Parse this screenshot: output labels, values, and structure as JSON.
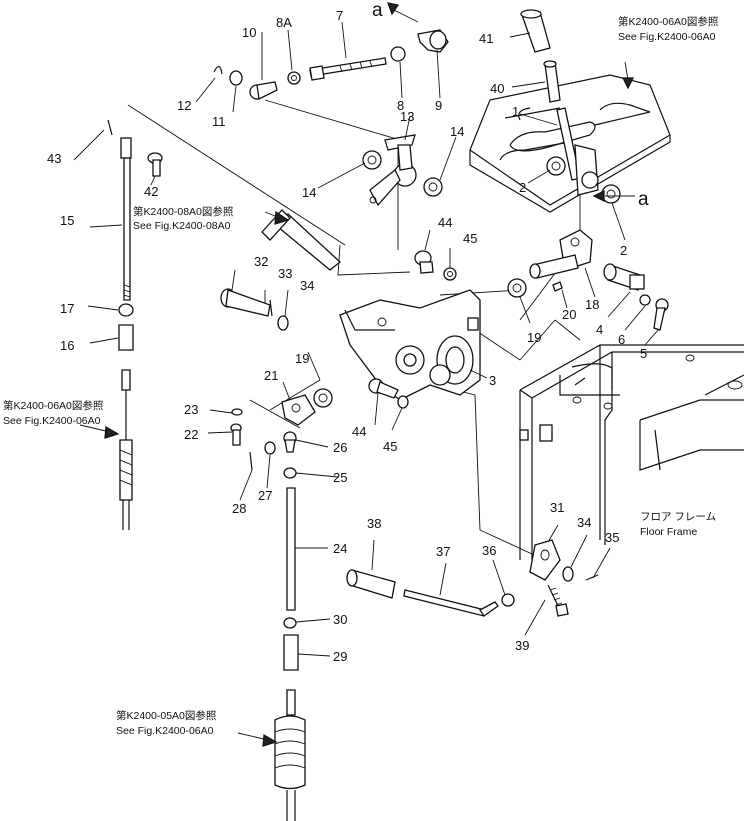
{
  "diagram": {
    "part_numbers": [
      "1",
      "2",
      "2",
      "3",
      "4",
      "5",
      "6",
      "7",
      "8",
      "8A",
      "9",
      "10",
      "11",
      "12",
      "13",
      "14",
      "14",
      "15",
      "16",
      "17",
      "18",
      "19",
      "19",
      "20",
      "21",
      "22",
      "23",
      "24",
      "25",
      "26",
      "27",
      "28",
      "29",
      "30",
      "31",
      "34",
      "32",
      "33",
      "34",
      "35",
      "36",
      "37",
      "38",
      "39",
      "40",
      "41",
      "42",
      "43",
      "44",
      "44",
      "45",
      "45"
    ],
    "view_markers": [
      "a",
      "a"
    ],
    "references": [
      {
        "jp": "第K2400-06A0図参照",
        "en": "See Fig.K2400-06A0"
      },
      {
        "jp": "第K2400-08A0図参照",
        "en": "See Fig.K2400-08A0"
      },
      {
        "jp": "第K2400-06A0図参照",
        "en": "See Fig.K2400-06A0"
      },
      {
        "jp": "第K2400-05A0図参照",
        "en": "See Fig.K2400-06A0"
      }
    ],
    "floor_frame": {
      "jp": "フロア フレーム",
      "en": "Floor Frame"
    }
  }
}
